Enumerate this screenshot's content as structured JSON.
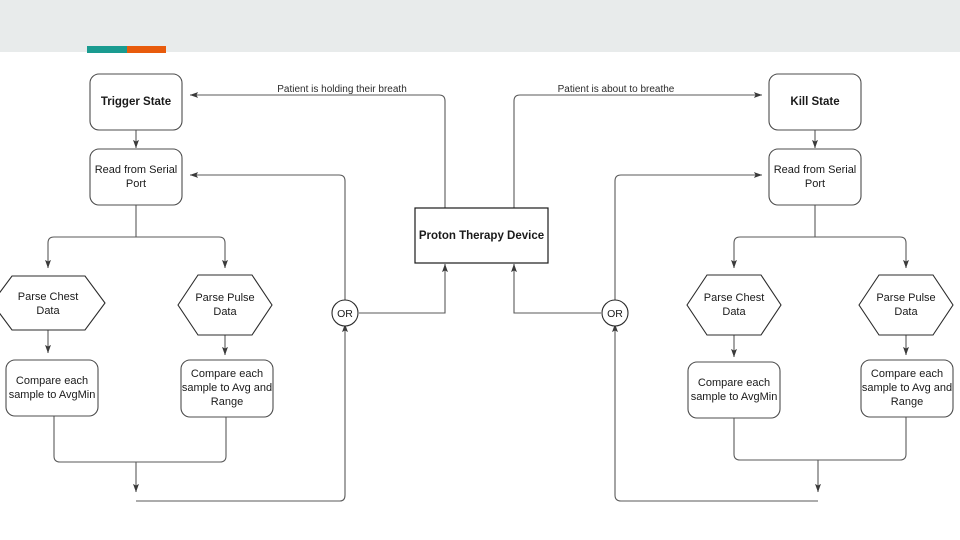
{
  "theme": {
    "header_bg": "#e8ebeb",
    "accent_teal": "#1a9b90",
    "accent_orange": "#e85b0c",
    "canvas_bg": "#ffffff",
    "stroke": "#5a5a5a",
    "text": "#1a1a1a"
  },
  "diagram": {
    "type": "flowchart",
    "title_visible": false,
    "nodes": {
      "trigger_state": {
        "label": "Trigger State",
        "shape": "rounded-rect",
        "bold": true
      },
      "left_read_serial": {
        "label": "Read from Serial Port",
        "line1": "Read from Serial",
        "line2": "Port",
        "shape": "rounded-rect"
      },
      "left_parse_chest": {
        "label": "Parse Chest Data",
        "line1": "Parse Chest",
        "line2": "Data",
        "shape": "hexagon"
      },
      "left_parse_pulse": {
        "label": "Parse Pulse Data",
        "line1": "Parse Pulse",
        "line2": "Data",
        "shape": "hexagon"
      },
      "left_compare_chest": {
        "label": "Compare each sample to AvgMin",
        "line1": "Compare each",
        "line2": "sample to AvgMin",
        "line3": "",
        "shape": "rounded-rect"
      },
      "left_compare_pulse": {
        "label": "Compare each sample to Avg and Range",
        "line1": "Compare each",
        "line2": "sample to Avg and",
        "line3": "Range",
        "shape": "rounded-rect"
      },
      "left_or": {
        "label": "OR",
        "shape": "circle"
      },
      "proton_device": {
        "label": "Proton Therapy Device",
        "shape": "rect",
        "bold": true
      },
      "right_or": {
        "label": "OR",
        "shape": "circle"
      },
      "kill_state": {
        "label": "Kill State",
        "shape": "rounded-rect",
        "bold": true
      },
      "right_read_serial": {
        "label": "Read from Serial Port",
        "line1": "Read from Serial",
        "line2": "Port",
        "shape": "rounded-rect"
      },
      "right_parse_chest": {
        "label": "Parse Chest Data",
        "line1": "Parse Chest",
        "line2": "Data",
        "shape": "hexagon"
      },
      "right_parse_pulse": {
        "label": "Parse Pulse Data",
        "line1": "Parse Pulse",
        "line2": "Data",
        "shape": "hexagon"
      },
      "right_compare_chest": {
        "label": "Compare each sample to AvgMin",
        "line1": "Compare each",
        "line2": "sample to AvgMin",
        "line3": "",
        "shape": "rounded-rect"
      },
      "right_compare_pulse": {
        "label": "Compare each sample to Avg and Range",
        "line1": "Compare each",
        "line2": "sample to Avg and",
        "line3": "Range",
        "shape": "rounded-rect"
      }
    },
    "edge_labels": {
      "holding_breath": "Patient is holding their breath",
      "about_to_breathe": "Patient is about to breathe"
    }
  }
}
